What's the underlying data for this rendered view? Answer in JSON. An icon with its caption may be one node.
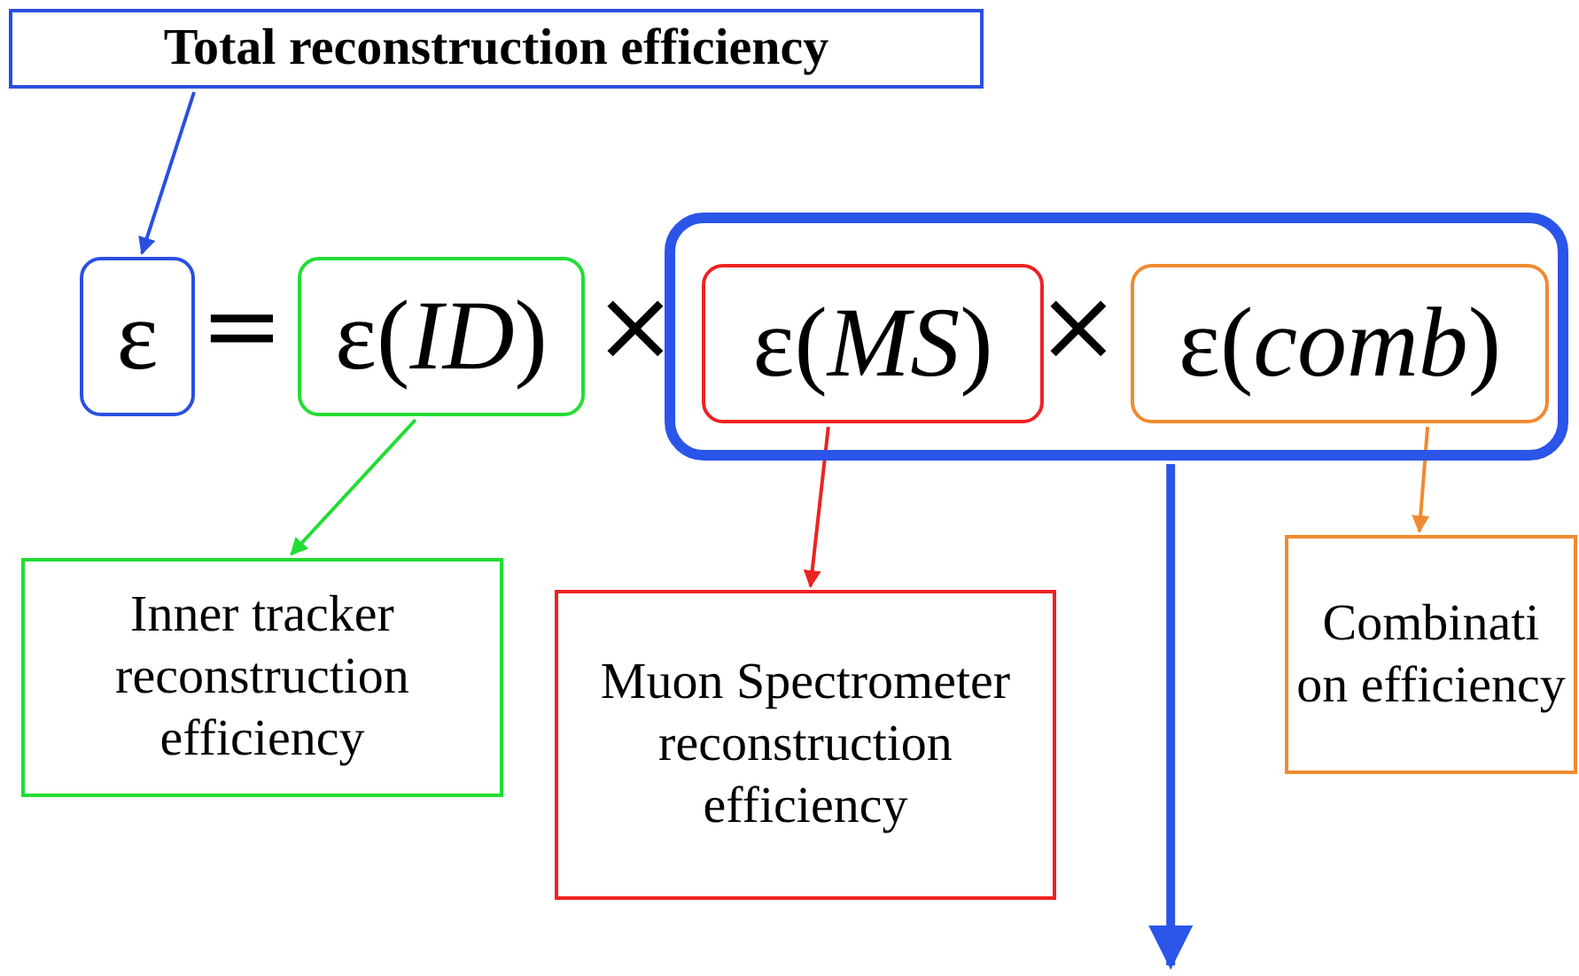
{
  "diagram": {
    "nodes": [
      {
        "text": [
          "Total reconstruction efficiency"
        ]
      },
      {
        "text": [
          "ε"
        ]
      },
      {
        "text": [
          "ε(*ID*)"
        ]
      },
      {
        "text": [],
        "shape": "box"
      },
      {
        "text": [
          "ε(*MS*)"
        ],
        "in": 3
      },
      {
        "text": [
          "ε(*comb*)"
        ],
        "in": 3
      },
      {
        "text": [
          "Inner tracker reconstruction efficiency"
        ]
      },
      {
        "text": [
          "Muon Spectrometer reconstruction efficiency"
        ]
      },
      {
        "text": [
          "Combinati on efficiency"
        ]
      }
    ],
    "edges": [
      {
        "from": 0,
        "to": 1,
        "arrow": "to",
        "color": "#2a4fe0"
      },
      {
        "from": 2,
        "to": 6,
        "arrow": "to",
        "color": "#22dd33"
      },
      {
        "from": 4,
        "to": 7,
        "arrow": "to",
        "color": "#ee2222"
      },
      {
        "from": 5,
        "to": 8,
        "arrow": "to",
        "color": "#f08a30"
      },
      {
        "from": 3,
        "to": null,
        "arrow": "to",
        "color": "#2a55e8",
        "style": "thick"
      }
    ],
    "labels": [
      "=",
      "×",
      "×"
    ]
  }
}
